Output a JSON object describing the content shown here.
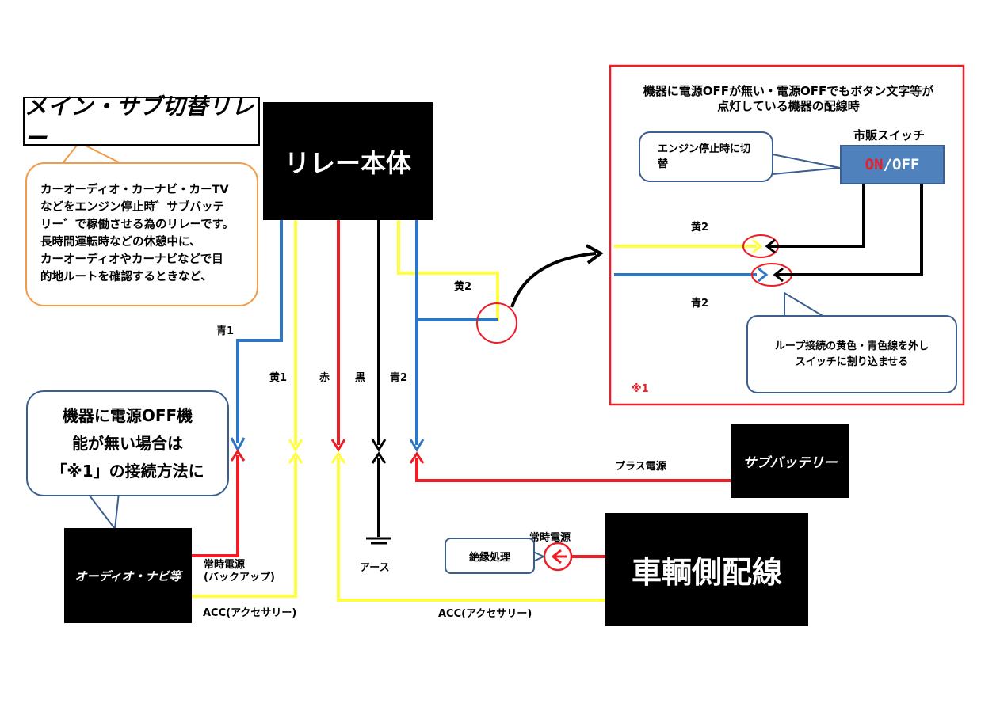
{
  "title": "メイン・サブ切替リレー",
  "relay_body": "リレー本体",
  "description_lines": [
    "カーオーディオ・カーナビ・カーTV",
    "などをエンジン停止時゛サブバッテ",
    "リー゛で稼働させる為のリレーです。",
    "長時間運転時などの休憩中に、",
    "カーオーディオやカーナビなどで目",
    "的地ルートを確認するときなど、"
  ],
  "warning_lines": [
    "機器に電源OFF機",
    "能が無い場合は",
    "「※1」の接続方法に"
  ],
  "wires": {
    "ao1": "青1",
    "ki1": "黄1",
    "aka": "赤",
    "kuro": "黒",
    "ao2": "青2",
    "ki2_top": "黄2"
  },
  "audio_box": "オーディオ・ナビ等",
  "constant_power_backup": [
    "常時電源",
    "(バックアップ)"
  ],
  "acc_left": "ACC(アクセサリー)",
  "acc_bottom": "ACC(アクセサリー)",
  "ground": "アース",
  "plus_power": "プラス電源",
  "sub_battery": "サブバッテリー",
  "vehicle_wiring": "車輌側配線",
  "constant_power": "常時電源",
  "insulation": "絶縁処理",
  "panel": {
    "title_lines": [
      "機器に電源OFFが無い・電源OFFでもボタン文字等が",
      "点灯している機器の配線時"
    ],
    "switch_title": "市販スイッチ",
    "switch_on": "ON",
    "switch_sep": "/",
    "switch_off": "OFF",
    "engine_bubble_lines": [
      "エンジン停止時に切",
      "替"
    ],
    "ki2": "黄2",
    "ao2": "青2",
    "loop_bubble_lines": [
      "ループ接続の黄色・青色線を外し",
      "スイッチに割り込ませる"
    ],
    "note": "※1"
  },
  "colors": {
    "blue": "#2e75c4",
    "yellow": "#ffff40",
    "red": "#ee1c24",
    "black": "#000000",
    "panel_border": "#e8202a",
    "switch_fill": "#4f81bd",
    "bubble_orange": "#f29b4a",
    "bubble_blue": "#3a5f8f"
  }
}
